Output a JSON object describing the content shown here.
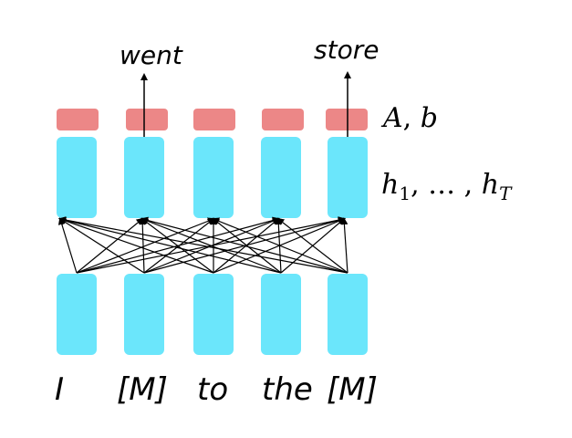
{
  "tokens": [
    "I",
    "[M]",
    "to",
    "the",
    "[M]"
  ],
  "outputs": {
    "left": "went",
    "right": "store"
  },
  "labels": {
    "params_A": "A",
    "params_comma": ", ",
    "params_b": "b",
    "hidden_h1": "h",
    "hidden_sub1": "1",
    "hidden_middle": ", … , ",
    "hidden_hT": "h",
    "hidden_subT": "T"
  },
  "colors": {
    "cyan_box": "#6be6fb",
    "pink_box": "#ec8787",
    "line": "#000000"
  }
}
